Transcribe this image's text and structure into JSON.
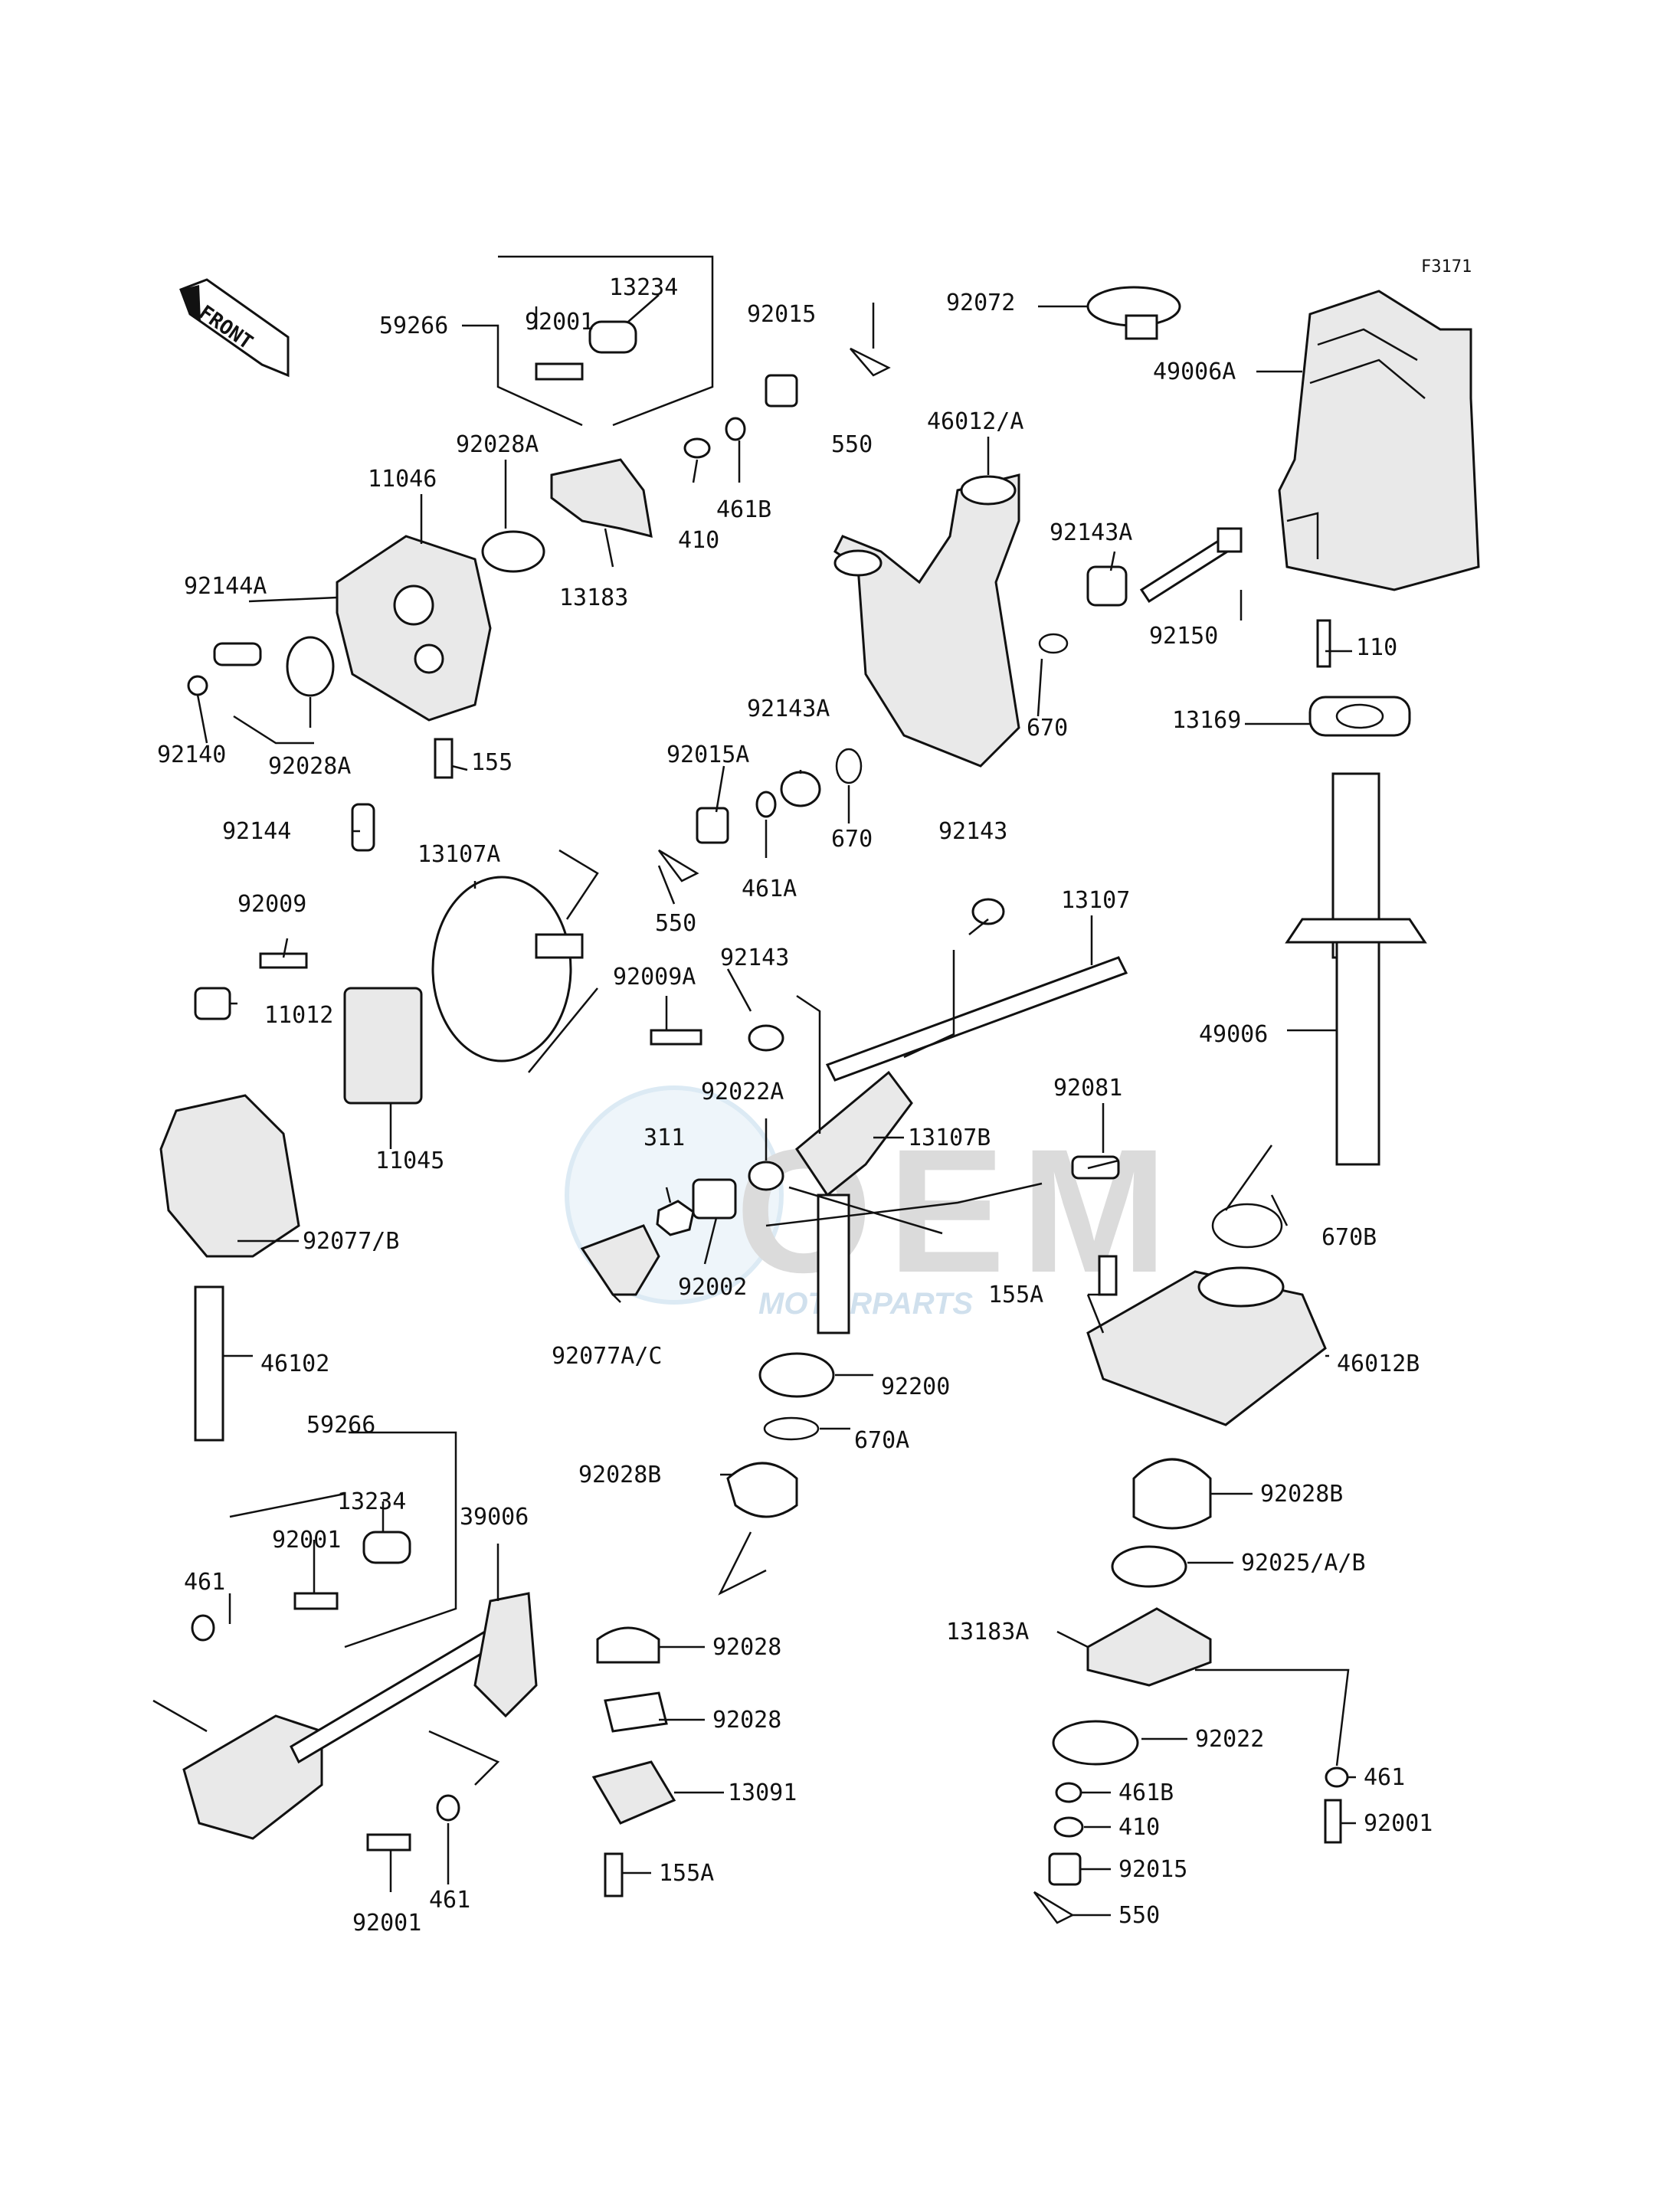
{
  "diagram": {
    "code": "F3171",
    "front_label": "FRONT",
    "watermark": {
      "logo": "OEM",
      "text": "MOTORPARTS"
    },
    "callouts": [
      {
        "id": "c-59266-top",
        "text": "59266"
      },
      {
        "id": "c-13234-top",
        "text": "13234"
      },
      {
        "id": "c-92001-top",
        "text": "92001"
      },
      {
        "id": "c-92015-top",
        "text": "92015"
      },
      {
        "id": "c-550-top",
        "text": "550"
      },
      {
        "id": "c-92072",
        "text": "92072"
      },
      {
        "id": "c-49006A",
        "text": "49006A"
      },
      {
        "id": "c-46012A",
        "text": "46012/A"
      },
      {
        "id": "c-92028A-top",
        "text": "92028A"
      },
      {
        "id": "c-11046",
        "text": "11046"
      },
      {
        "id": "c-410-top",
        "text": "410"
      },
      {
        "id": "c-461B-top",
        "text": "461B"
      },
      {
        "id": "c-13183",
        "text": "13183"
      },
      {
        "id": "c-92143A-top",
        "text": "92143A"
      },
      {
        "id": "c-92144A",
        "text": "92144A"
      },
      {
        "id": "c-92150",
        "text": "92150"
      },
      {
        "id": "c-110",
        "text": "110"
      },
      {
        "id": "c-92140",
        "text": "92140"
      },
      {
        "id": "c-92028A-bottom",
        "text": "92028A"
      },
      {
        "id": "c-155-top",
        "text": "155"
      },
      {
        "id": "c-670-top",
        "text": "670"
      },
      {
        "id": "c-13169",
        "text": "13169"
      },
      {
        "id": "c-92143A-mid",
        "text": "92143A"
      },
      {
        "id": "c-92015A",
        "text": "92015A"
      },
      {
        "id": "c-670-mid",
        "text": "670"
      },
      {
        "id": "c-461A",
        "text": "461A"
      },
      {
        "id": "c-92144",
        "text": "92144"
      },
      {
        "id": "c-13107A",
        "text": "13107A"
      },
      {
        "id": "c-92143-upper",
        "text": "92143"
      },
      {
        "id": "c-550-mid",
        "text": "550"
      },
      {
        "id": "c-13107",
        "text": "13107"
      },
      {
        "id": "c-92009",
        "text": "92009"
      },
      {
        "id": "c-92009A",
        "text": "92009A"
      },
      {
        "id": "c-92143-lower",
        "text": "92143"
      },
      {
        "id": "c-11012",
        "text": "11012"
      },
      {
        "id": "c-49006",
        "text": "49006"
      },
      {
        "id": "c-92081",
        "text": "92081"
      },
      {
        "id": "c-92022A",
        "text": "92022A"
      },
      {
        "id": "c-311",
        "text": "311"
      },
      {
        "id": "c-13107B",
        "text": "13107B"
      },
      {
        "id": "c-11045",
        "text": "11045"
      },
      {
        "id": "c-670B",
        "text": "670B"
      },
      {
        "id": "c-92077B",
        "text": "92077/B"
      },
      {
        "id": "c-92002",
        "text": "92002"
      },
      {
        "id": "c-155A-right",
        "text": "155A"
      },
      {
        "id": "c-92077AC",
        "text": "92077A/C"
      },
      {
        "id": "c-46012B",
        "text": "46012B"
      },
      {
        "id": "c-46102",
        "text": "46102"
      },
      {
        "id": "c-92200",
        "text": "92200"
      },
      {
        "id": "c-670A",
        "text": "670A"
      },
      {
        "id": "c-59266-bottom",
        "text": "59266"
      },
      {
        "id": "c-92028B-left",
        "text": "92028B"
      },
      {
        "id": "c-92028B-right",
        "text": "92028B"
      },
      {
        "id": "c-13234-bottom",
        "text": "13234"
      },
      {
        "id": "c-39006",
        "text": "39006"
      },
      {
        "id": "c-92001-left",
        "text": "92001"
      },
      {
        "id": "c-92025AB",
        "text": "92025/A/B"
      },
      {
        "id": "c-461-left",
        "text": "461"
      },
      {
        "id": "c-13183A",
        "text": "13183A"
      },
      {
        "id": "c-92028-upper",
        "text": "92028"
      },
      {
        "id": "c-92028-lower",
        "text": "92028"
      },
      {
        "id": "c-92022",
        "text": "92022"
      },
      {
        "id": "c-461-right",
        "text": "461"
      },
      {
        "id": "c-461B-bottom",
        "text": "461B"
      },
      {
        "id": "c-13091",
        "text": "13091"
      },
      {
        "id": "c-92001-right",
        "text": "92001"
      },
      {
        "id": "c-410-bottom",
        "text": "410"
      },
      {
        "id": "c-155A-bottom",
        "text": "155A"
      },
      {
        "id": "c-92015-bottom",
        "text": "92015"
      },
      {
        "id": "c-461-bottom",
        "text": "461"
      },
      {
        "id": "c-550-bottom",
        "text": "550"
      },
      {
        "id": "c-92001-bottom",
        "text": "92001"
      }
    ]
  }
}
